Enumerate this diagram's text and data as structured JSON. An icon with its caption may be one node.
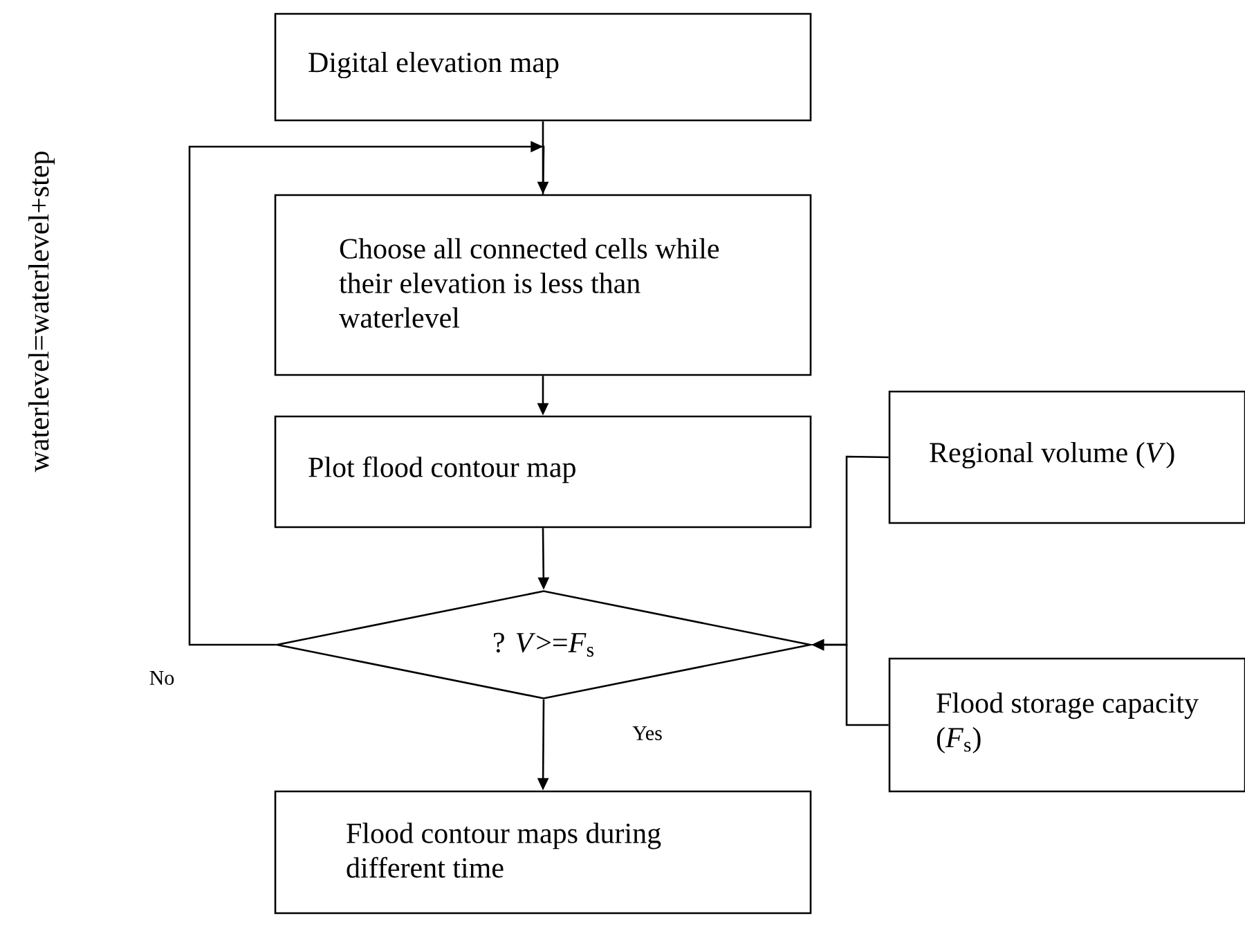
{
  "diagram": {
    "nodes": [
      {
        "text": [
          "Digital elevation map"
        ]
      },
      {
        "text": [
          "Choose all connected cells while their elevation is less than waterlevel"
        ]
      },
      {
        "text": [
          "Plot flood contour map"
        ]
      },
      {
        "text": [
          "? *V*>=*F*$_{s}$"
        ]
      },
      {
        "text": [
          "Regional volume (*V*)"
        ]
      },
      {
        "text": [
          "Flood storage capacity (*F*$_{s}$)"
        ]
      },
      {
        "text": [
          "Flood contour maps during different time"
        ]
      }
    ],
    "edges": [
      {
        "from": 0,
        "to": 1,
        "arrow": "to"
      },
      {
        "from": 1,
        "to": 2,
        "arrow": "to"
      },
      {
        "from": 2,
        "to": 3,
        "arrow": "to"
      },
      {
        "from": 3,
        "to": 1,
        "arrow": "to",
        "label": "No"
      },
      {
        "from": 4,
        "to": 3,
        "arrow": "to"
      },
      {
        "from": 5,
        "to": 3,
        "arrow": "to"
      },
      {
        "from": 3,
        "to": 6,
        "arrow": "to",
        "label": "Yes"
      }
    ],
    "labels": [
      "waterlevel=waterlevel+step"
    ]
  }
}
